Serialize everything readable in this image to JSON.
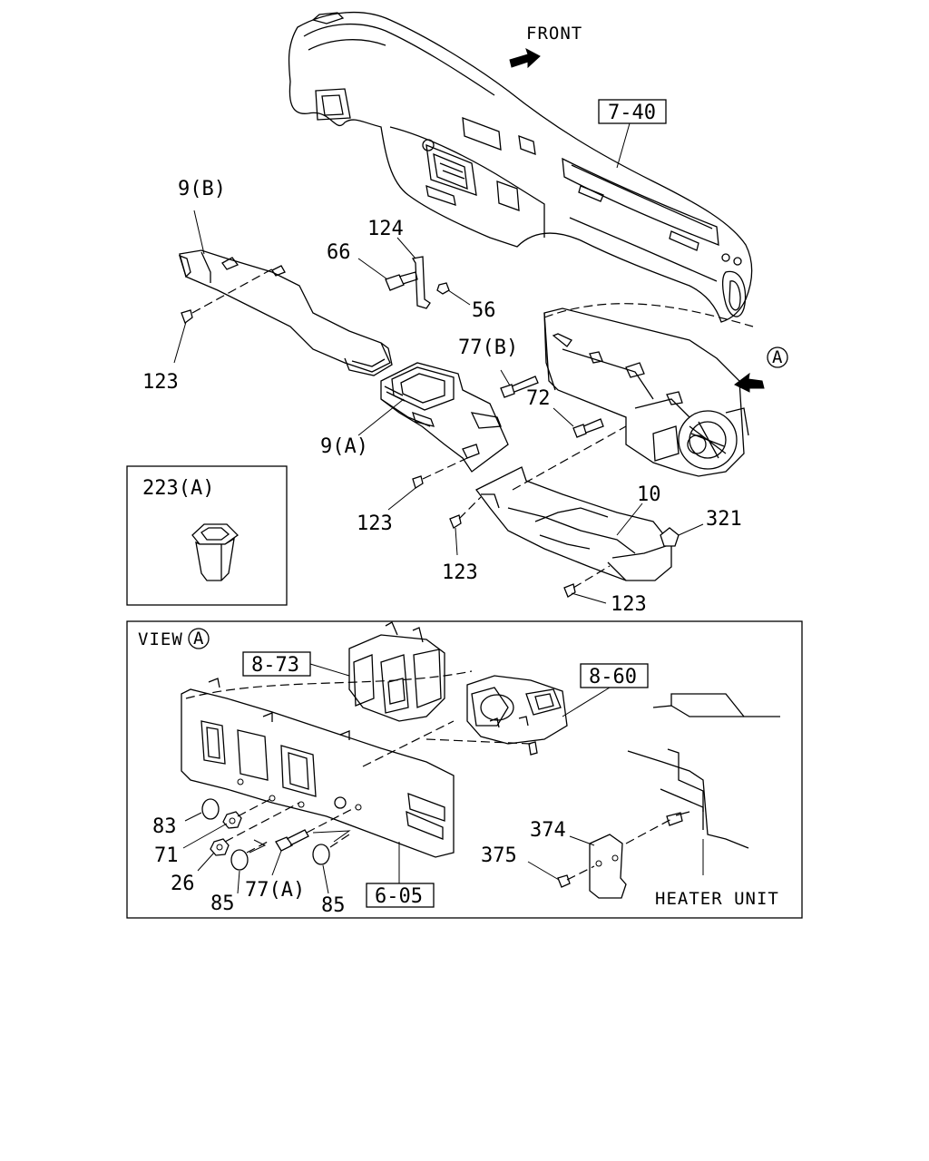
{
  "labels": {
    "front": "FRONT",
    "ref_7_40": "7-40",
    "p9b": "9(B)",
    "p124": "124",
    "p66": "66",
    "p56": "56",
    "p123_a": "123",
    "p77b": "77(B)",
    "a_marker": "A",
    "p72": "72",
    "p9a": "9(A)",
    "p223a": "223(A)",
    "p123_b": "123",
    "p10": "10",
    "p321": "321",
    "p123_c": "123",
    "p123_d": "123",
    "view": "VIEW",
    "view_marker": "A",
    "ref_8_73": "8-73",
    "ref_8_60": "8-60",
    "p83": "83",
    "p71": "71",
    "p26": "26",
    "p85_a": "85",
    "p77a": "77(A)",
    "p85_b": "85",
    "ref_6_05": "6-05",
    "p374": "374",
    "p375": "375",
    "heater_unit": "HEATER UNIT"
  }
}
